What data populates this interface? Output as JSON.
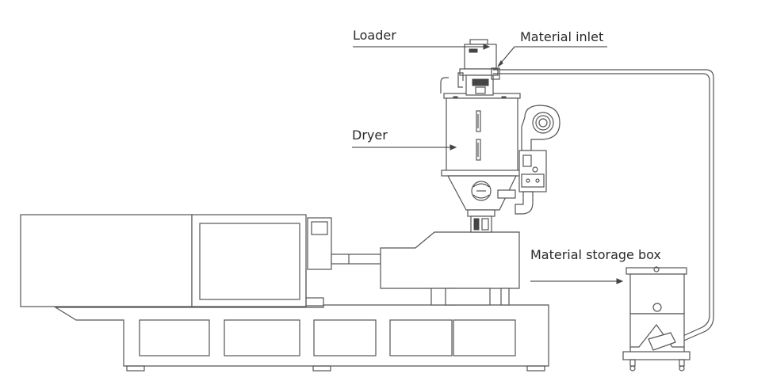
{
  "labels": {
    "loader": "Loader",
    "material_inlet": "Material inlet",
    "dryer": "Dryer",
    "material_storage_box": "Material storage box"
  },
  "colors": {
    "line": "#555555",
    "text": "#2a2a2a",
    "background": "#ffffff"
  }
}
